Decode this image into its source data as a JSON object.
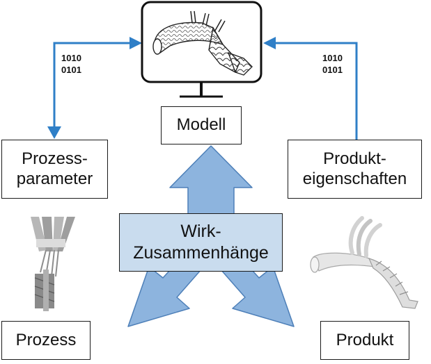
{
  "diagram": {
    "boxes": {
      "modell": "Modell",
      "prozessparameter": [
        "Prozess-",
        "parameter"
      ],
      "produkteigenschaften": [
        "Produkt-",
        "eigenschaften"
      ],
      "prozess": "Prozess",
      "produkt": "Produkt"
    },
    "center": [
      "Wirk-",
      "Zusammenhänge"
    ],
    "binary_left": [
      "1010",
      "0101"
    ],
    "binary_right": [
      "1010",
      "0101"
    ]
  },
  "colors": {
    "accent_blue": "#2f7fc7",
    "arrow_fill": "#8db4de",
    "arrow_stroke": "#4d7fb8",
    "center_box": "#c9dcee"
  },
  "icons": [
    "monitor-icon",
    "hose-model-icon",
    "process-tool-icon",
    "hose-product-icon"
  ]
}
